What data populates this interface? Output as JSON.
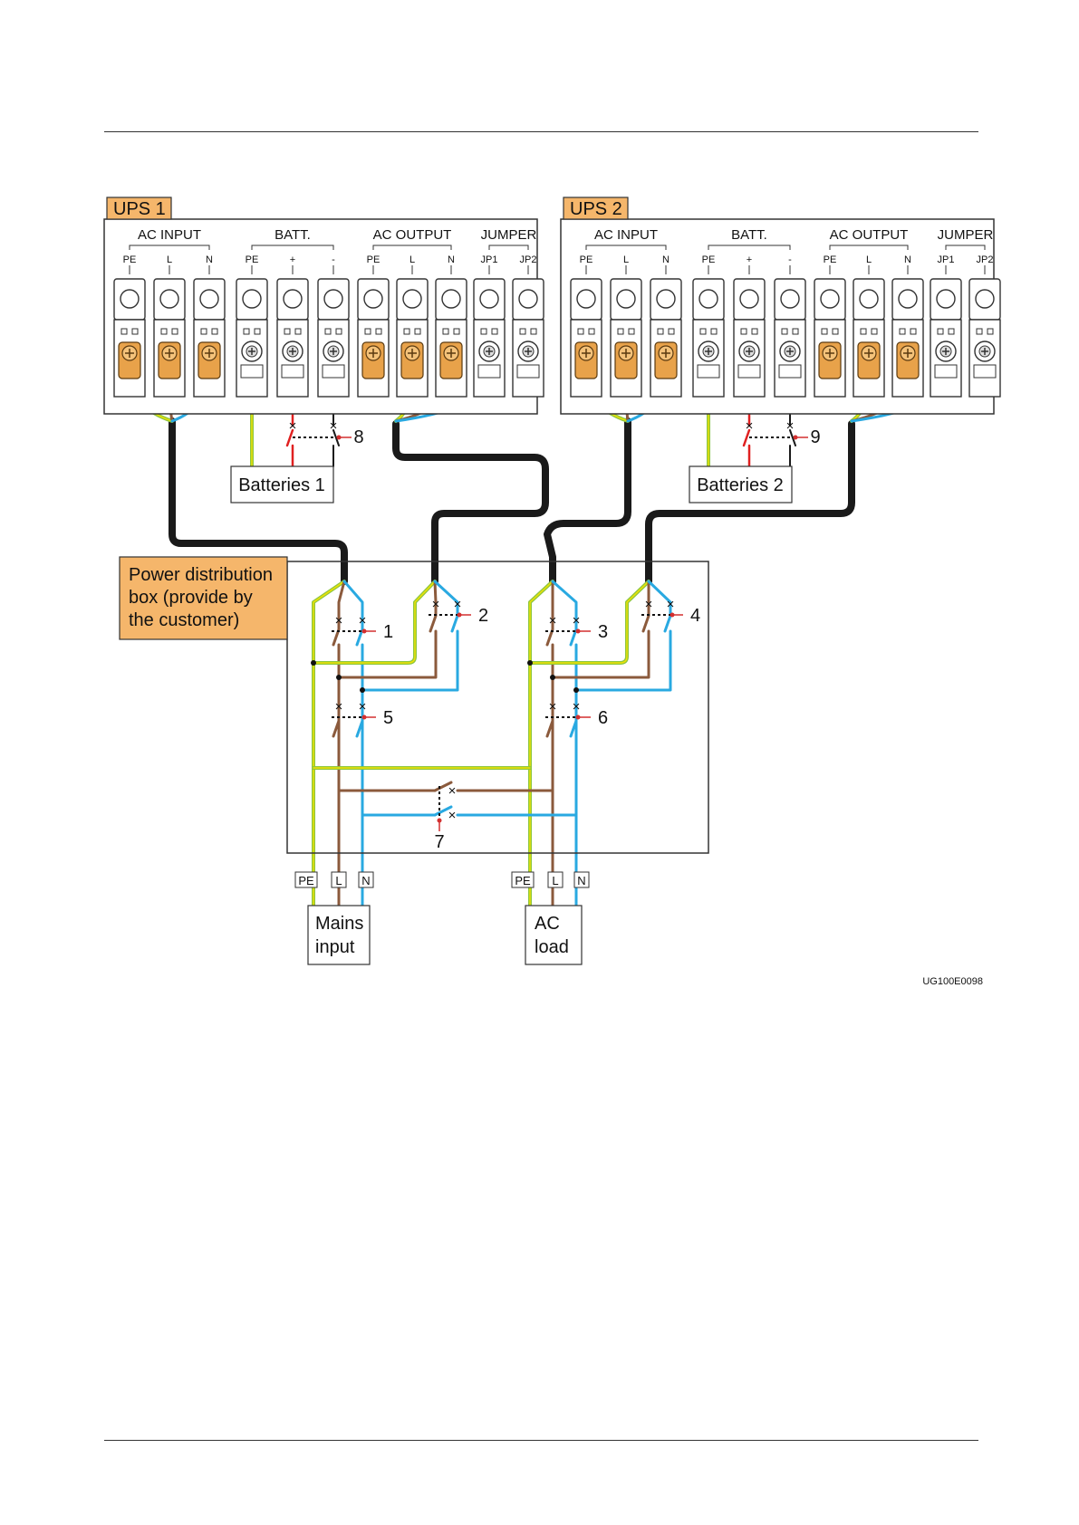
{
  "ups": [
    {
      "title": "UPS 1",
      "groups": [
        "AC INPUT",
        "BATT.",
        "AC OUTPUT",
        "JUMPER"
      ],
      "terminals": [
        "PE",
        "L",
        "N",
        "PE",
        "+",
        "-",
        "PE",
        "L",
        "N",
        "JP1",
        "JP2"
      ]
    },
    {
      "title": "UPS 2",
      "groups": [
        "AC INPUT",
        "BATT.",
        "AC OUTPUT",
        "JUMPER"
      ],
      "terminals": [
        "PE",
        "L",
        "N",
        "PE",
        "+",
        "-",
        "PE",
        "L",
        "N",
        "JP1",
        "JP2"
      ]
    }
  ],
  "batteries": [
    "Batteries 1",
    "Batteries 2"
  ],
  "pdb_label": [
    "Power distribution",
    "box (provide by",
    "the customer)"
  ],
  "switch_numbers": [
    "1",
    "2",
    "3",
    "4",
    "5",
    "6",
    "7",
    "8",
    "9"
  ],
  "mains": {
    "terminals": [
      "PE",
      "L",
      "N"
    ],
    "label": [
      "Mains",
      "input"
    ]
  },
  "load": {
    "terminals": [
      "PE",
      "L",
      "N"
    ],
    "label": [
      "AC",
      "load"
    ]
  },
  "figure_id": "UG100E0098",
  "colors": {
    "pe": "#8dc63f",
    "pe_stripe": "#f2e200",
    "live": "#8b5a3c",
    "neutral": "#29a9e1",
    "cable": "#1a1a1a",
    "battery_pos": "#e02020",
    "callout": "#d32f2f",
    "title_fill": "#f5b66b",
    "terminal_copper": "#e8a24a"
  }
}
